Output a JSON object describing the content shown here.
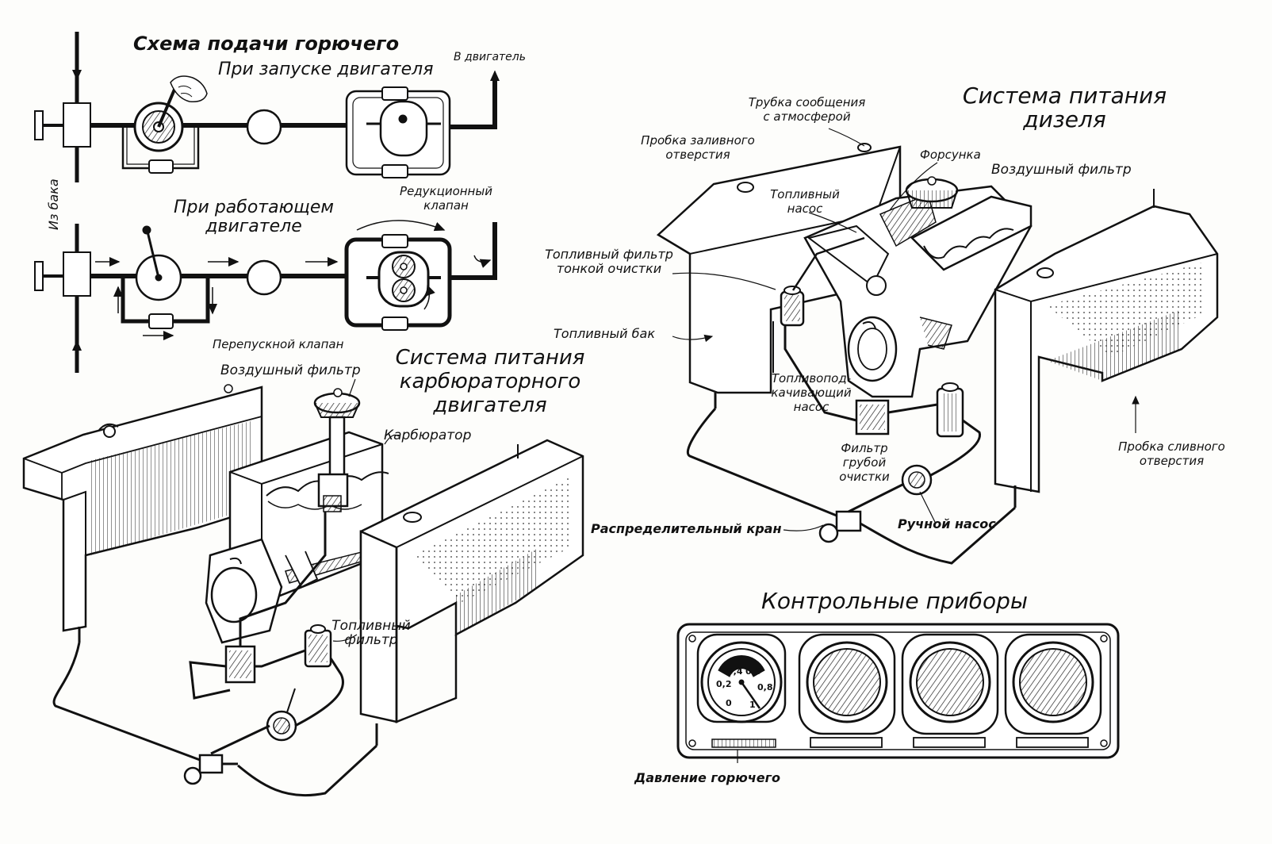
{
  "scheme": {
    "title": "Схема подачи горючего",
    "start_label": "При запуске двигателя",
    "running_label": [
      "При работающем",
      "двигателе"
    ],
    "to_engine": "В двигатель",
    "from_tank": "Из бака",
    "reduction_valve": [
      "Редукционный",
      "клапан"
    ],
    "bypass_valve": "Перепускной клапан"
  },
  "carb": {
    "title": [
      "Система питания",
      "карбюраторного",
      "двигателя"
    ],
    "air_filter": "Воздушный фильтр",
    "carburetor": "Карбюратор",
    "fuel_filter": [
      "Топливный",
      "фильтр"
    ]
  },
  "diesel": {
    "title": [
      "Система питания",
      "дизеля"
    ],
    "breather": [
      "Трубка сообщения",
      "с атмосферой"
    ],
    "filler_cap": [
      "Пробка заливного",
      "отверстия"
    ],
    "injector": "Форсунка",
    "air_filter": "Воздушный фильтр",
    "fuel_pump": [
      "Топливный",
      "насос"
    ],
    "fine_filter": [
      "Топливный фильтр",
      "тонкой очистки"
    ],
    "fuel_tank": "Топливный бак",
    "boost_pump": [
      "Топливопод-",
      "качивающий",
      "насос"
    ],
    "coarse_filter": [
      "Фильтр",
      "грубой",
      "очистки"
    ],
    "drain_plug": [
      "Пробка сливного",
      "отверстия"
    ],
    "distributor_valve": "Распределительный кран",
    "hand_pump": "Ручной насос"
  },
  "instruments": {
    "title": "Контрольные приборы",
    "fuel_pressure": "Давление горючего",
    "gauge_ticks": [
      "0,4",
      "0,6",
      "0,2",
      "0,8",
      "0",
      "1"
    ]
  }
}
